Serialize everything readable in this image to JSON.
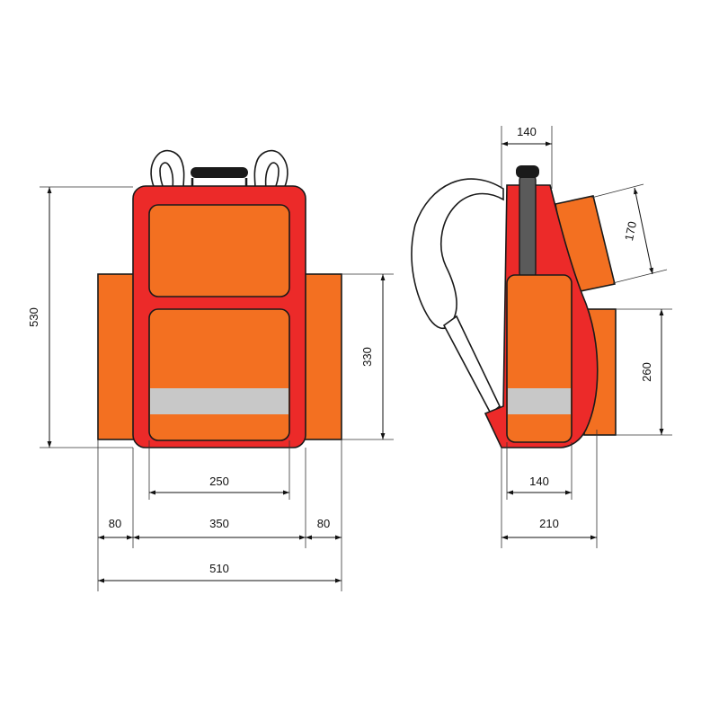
{
  "colors": {
    "body_red": "#ec2a29",
    "pocket_orange": "#f37021",
    "reflective_stripe": "#c8c8c8",
    "handle": "#1a1a1a",
    "strap": "#ffffff",
    "outline": "#1a1a1a"
  },
  "icons": {
    "front_view": "backpack-front-icon",
    "side_view": "backpack-side-icon"
  },
  "dimensions": {
    "height_total": "530",
    "side_pocket_height": "330",
    "inner_pocket_width": "250",
    "side_pocket_left_width": "80",
    "body_width": "350",
    "side_pocket_right_width": "80",
    "total_width": "510",
    "top_depth": "140",
    "upper_pocket_height": "170",
    "lower_pocket_height": "260",
    "front_pocket_depth": "140",
    "total_depth": "210"
  }
}
